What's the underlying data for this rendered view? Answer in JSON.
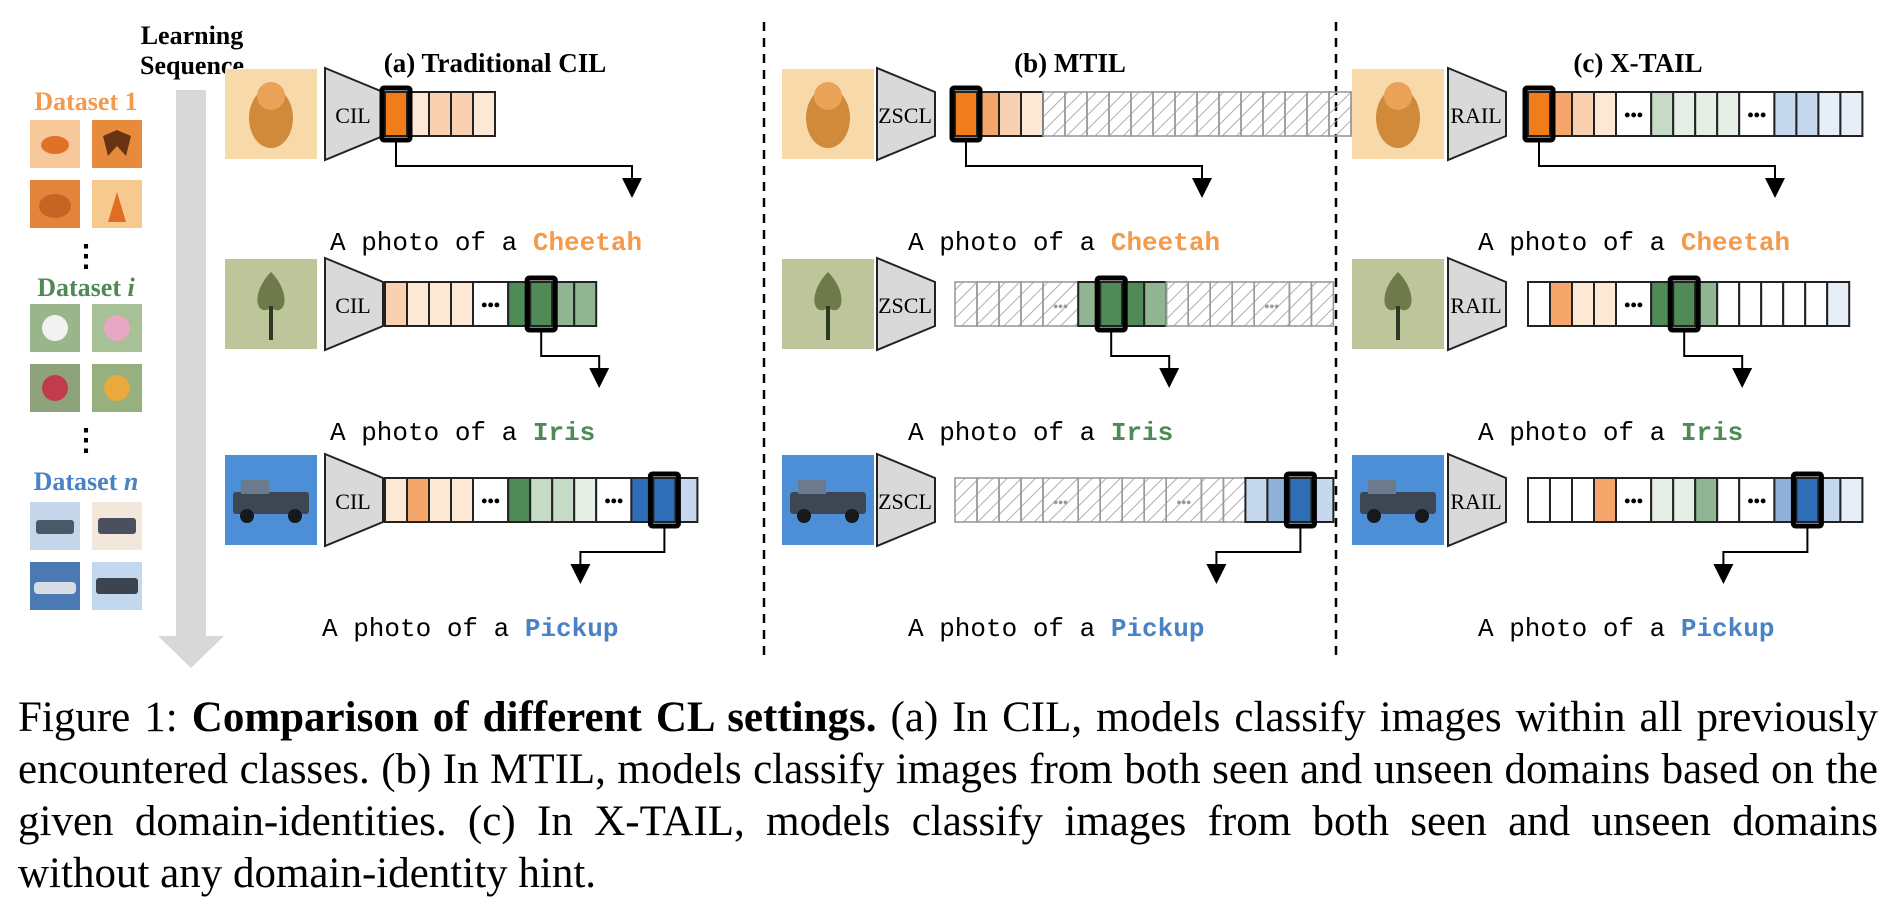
{
  "sidebar": {
    "title_line1": "Learning",
    "title_line2": "Sequence",
    "datasets": [
      {
        "label": "Dataset 1",
        "prefix": "Dataset ",
        "suffix": "1",
        "color": "#f39a4c"
      },
      {
        "label": "Dataset i",
        "prefix": "Dataset ",
        "suffix": "i",
        "color": "#4e8a56"
      },
      {
        "label": "Dataset n",
        "prefix": "Dataset ",
        "suffix": "n",
        "color": "#4a82c6"
      }
    ],
    "ellipsis": "⋮"
  },
  "panels": [
    {
      "title": "(a) Traditional CIL",
      "model": "CIL"
    },
    {
      "title": "(b) MTIL",
      "model": "ZSCL"
    },
    {
      "title": "(c) X-TAIL",
      "model": "RAIL"
    }
  ],
  "prompt_prefix": "A photo of a",
  "rows": [
    {
      "class": "Cheetah",
      "color": "#f39a4c"
    },
    {
      "class": "Iris",
      "color": "#4e8a56"
    },
    {
      "class": "Pickup",
      "color": "#4a82c6"
    }
  ],
  "cell_ellipsis": "•••",
  "caption": {
    "label": "Figure 1: ",
    "bold": "Comparison of different CL settings.",
    "body": " (a) In CIL, models classify images within all previously encountered classes. (b) In MTIL, models classify images from both seen and unseen domains based on the given domain-identities. (c) In X-TAIL, models classify images from both seen and unseen domains without any domain-identity hint."
  }
}
